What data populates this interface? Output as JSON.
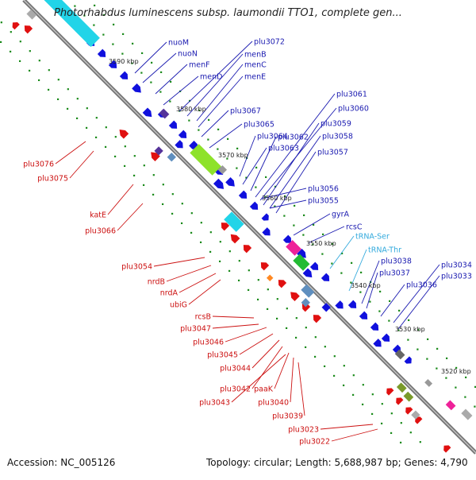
{
  "header": {
    "title": "Photorhabdus luminescens subsp. laumondii TTO1, complete gen..."
  },
  "footer": {
    "accession": "Accession: NC_005126",
    "topology": "Topology: circular; Length: 5,688,987 bp; Genes: 4,790"
  },
  "scale_ticks": [
    {
      "label": "3590 kbp"
    },
    {
      "label": "3580 kbp"
    },
    {
      "label": "3570 kbp"
    },
    {
      "label": "3560 kbp"
    },
    {
      "label": "3550 kbp"
    },
    {
      "label": "3540 kbp"
    },
    {
      "label": "3530 kbp"
    },
    {
      "label": "3520 kbp"
    }
  ],
  "labels_top": [
    "nuoM",
    "nuoN",
    "menF",
    "menD",
    "plu3072",
    "menB",
    "menC",
    "menE",
    "plu3067",
    "plu3065",
    "plu3064",
    "plu3063",
    "plu3062",
    "plu3061",
    "plu3060",
    "plu3059",
    "plu3058",
    "plu3057",
    "plu3056",
    "plu3055",
    "gyrA",
    "rcsC",
    "plu3038",
    "plu3037",
    "plu3036",
    "plu3034",
    "plu3033"
  ],
  "labels_rna": [
    "tRNA-Ser",
    "tRNA-Thr"
  ],
  "labels_bottom": [
    "plu3076",
    "plu3075",
    "katE",
    "plu3066",
    "plu3054",
    "nrdB",
    "nrdA",
    "ubiG",
    "rcsB",
    "plu3047",
    "plu3046",
    "plu3045",
    "plu3044",
    "plu3042",
    "paaK",
    "plu3043",
    "plu3040",
    "plu3039",
    "plu3023",
    "plu3022"
  ],
  "colors": {
    "cds_forward": "#1010dd",
    "cds_reverse": "#e01010",
    "label_forward": "#1a1ab0",
    "label_reverse": "#cc1111",
    "label_rna": "#33aadd",
    "backbone": "#777777",
    "tick_dot": "#1a8a1a",
    "cyan": "#22d4e8",
    "lime": "#8ee22a",
    "green": "#22bb33",
    "magenta": "#ee2299",
    "gray": "#999999",
    "steel": "#5f8fbf",
    "purple": "#553399",
    "olive": "#7a9a2a"
  }
}
